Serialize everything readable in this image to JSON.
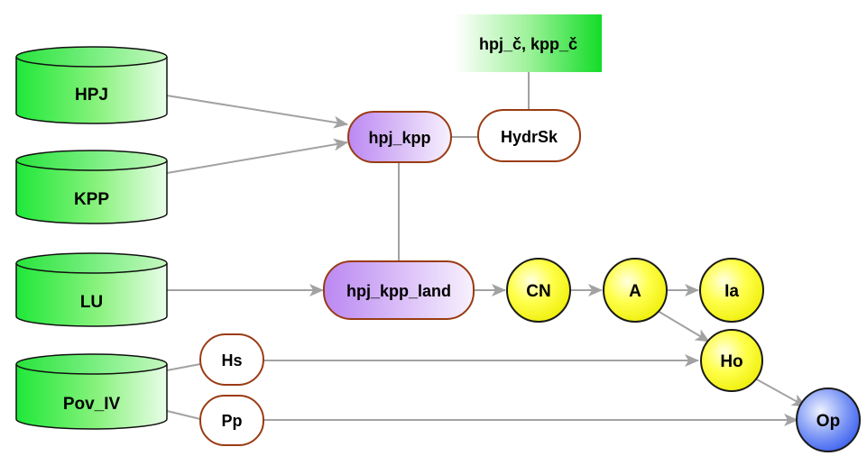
{
  "databases": {
    "hpj": "HPJ",
    "kpp": "KPP",
    "lu": "LU",
    "pov_iv": "Pov_IV"
  },
  "processes": {
    "hpj_kpp": "hpj_kpp",
    "hpj_kpp_land": "hpj_kpp_land"
  },
  "rounded_nodes": {
    "hydrsk": "HydrSk",
    "hs": "Hs",
    "pp": "Pp"
  },
  "circles": {
    "cn": "CN",
    "a": "A",
    "ia": "Ia",
    "ho": "Ho",
    "op": "Op"
  },
  "table": {
    "label": "hpj_č, kpp_č"
  },
  "colors": {
    "db_green": "#11dd22",
    "process_purple": "#bf8ff0",
    "node_border": "#9a3b13",
    "circle_yellow": "#f1f100",
    "op_blue": "#3a64f0",
    "edge_gray": "#a2a2a2"
  }
}
